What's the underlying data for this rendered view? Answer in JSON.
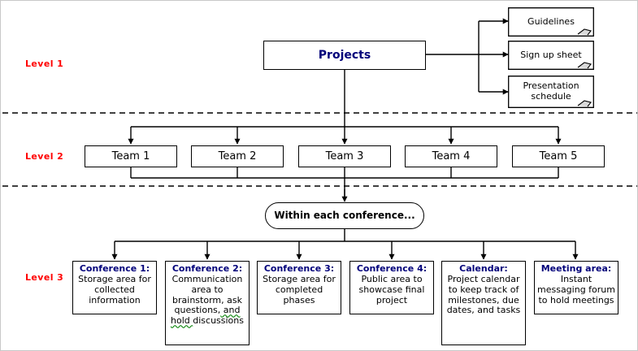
{
  "diagram": {
    "title": "Projects hierarchy diagram",
    "colors": {
      "level_label": "#ff0000",
      "heading_navy": "#00007a",
      "line": "#000000",
      "background": "#ffffff",
      "spellcheck_underline": "#118811"
    },
    "levels": [
      {
        "id": "level-1",
        "label": "Level 1"
      },
      {
        "id": "level-2",
        "label": "Level 2"
      },
      {
        "id": "level-3",
        "label": "Level 3"
      }
    ],
    "root": {
      "label": "Projects"
    },
    "documents": [
      {
        "label": "Guidelines"
      },
      {
        "label": "Sign up sheet"
      },
      {
        "label": "Presentation schedule"
      }
    ],
    "teams": [
      {
        "label": "Team 1"
      },
      {
        "label": "Team 2"
      },
      {
        "label": "Team 3"
      },
      {
        "label": "Team 4"
      },
      {
        "label": "Team 5"
      }
    ],
    "conference_gateway": {
      "label": "Within each conference..."
    },
    "areas": [
      {
        "heading": "Conference 1:",
        "body": "Storage area for collected information"
      },
      {
        "heading": "Conference 2:",
        "body_pre": "Communication area to brainstorm, ask questions,",
        "body_squiggle": " and hold ",
        "body_post": "discussions"
      },
      {
        "heading": "Conference 3:",
        "body": "Storage area for completed phases"
      },
      {
        "heading": "Conference 4:",
        "body": "Public area to showcase final project"
      },
      {
        "heading": "Calendar:",
        "body": "Project calendar to keep track of milestones, due dates, and tasks"
      },
      {
        "heading": "Meeting area:",
        "body": "Instant messaging forum to hold meetings"
      }
    ]
  }
}
